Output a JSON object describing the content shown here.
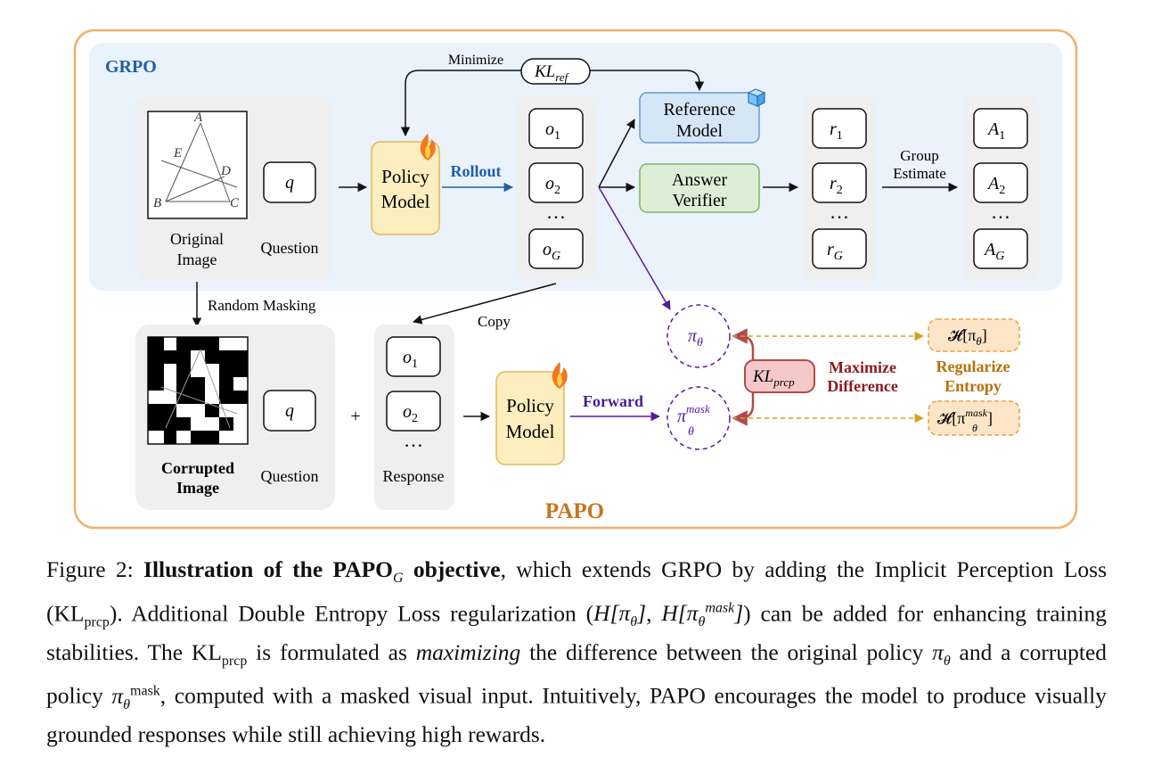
{
  "labels": {
    "grpo": "GRPO",
    "papo": "PAPO",
    "minimize": "Minimize",
    "kl_ref": "KL",
    "kl_ref_sub": "ref",
    "original_image": "Original",
    "original_image_2": "Image",
    "question": "Question",
    "q": "q",
    "policy_model_1": "Policy",
    "policy_model_2": "Model",
    "rollout": "Rollout",
    "dots": "…",
    "reference_model_1": "Reference",
    "reference_model_2": "Model",
    "answer_verifier_1": "Answer",
    "answer_verifier_2": "Verifier",
    "group_estimate_1": "Group",
    "group_estimate_2": "Estimate",
    "random_masking": "Random Masking",
    "copy": "Copy",
    "corrupted_image_1": "Corrupted",
    "corrupted_image_2": "Image",
    "plus": "+",
    "response": "Response",
    "forward": "Forward",
    "kl_prcp": "KL",
    "kl_prcp_sub": "prcp",
    "maximize_1": "Maximize",
    "maximize_2": "Difference",
    "regularize_1": "Regularize",
    "regularize_2": "Entropy",
    "pi": "π",
    "pi_sub": "θ",
    "pi_mask_sup": "mask",
    "entropy_1": "𝓗[π",
    "entropy_1_sub": "θ",
    "entropy_1_end": "]",
    "entropy_2": "𝓗[π",
    "entropy_2_sub": "θ",
    "entropy_2_sup": "mask",
    "entropy_2_end": "]",
    "o": "o",
    "r": "r",
    "A": "A",
    "sub_1": "1",
    "sub_2": "2",
    "sub_G": "G",
    "geo_A": "A",
    "geo_B": "B",
    "geo_C": "C",
    "geo_D": "D",
    "geo_E": "E"
  },
  "caption": {
    "figure_label": "Figure 2:",
    "bold_1": "Illustration of the PAPO",
    "bold_sub": "G",
    "bold_2": "objective",
    "text_1": ", which extends GRPO by adding the Implicit Perception Loss (KL",
    "sub_prcp_1": "prcp",
    "text_2": "). Additional Double Entropy Loss regularization (",
    "h1": "H[π",
    "h1_sub": "θ",
    "h1_end": "]",
    "comma": ", ",
    "h2": "H[π",
    "h2_sub": "θ",
    "h2_sup": "mask",
    "h2_end": "]",
    "text_3": ") can be added for enhancing training stabilities. The KL",
    "sub_prcp_2": "prcp",
    "text_4": " is formulated as ",
    "italic": "maximizing",
    "text_5": " the difference between the original policy ",
    "pi": "π",
    "pi_sub": "θ",
    "text_6": " and a corrupted policy ",
    "pi2": "π",
    "pi2_sub": "θ",
    "pi2_sup": "mask",
    "text_7": ", computed with a masked visual input. Intuitively, PAPO encourages the model to produce visually grounded responses while still achieving high rewards."
  },
  "colors": {
    "papo_border": "#f0b070",
    "grpo_bg": "#eaf2fb",
    "grpo_text": "#1f5fa6",
    "papo_text": "#c8741e",
    "policy_fill": "#fdeec0",
    "policy_stroke": "#e2b85a",
    "reference_fill": "#d5e6f7",
    "reference_stroke": "#6a9ad0",
    "verifier_fill": "#dcefd6",
    "verifier_stroke": "#7ab46a",
    "purple": "#5b1a9a",
    "kl_fill": "#f6c9c9",
    "kl_stroke": "#b24a4a",
    "maximize_text": "#8b1c1c",
    "regularize_text": "#b8700a",
    "entropy_fill": "#fde5c8",
    "entropy_stroke": "#e6a24a",
    "dashed_arrow": "#d4a020",
    "rollout_text": "#1f5fa6",
    "forward_text": "#4a1a90"
  }
}
